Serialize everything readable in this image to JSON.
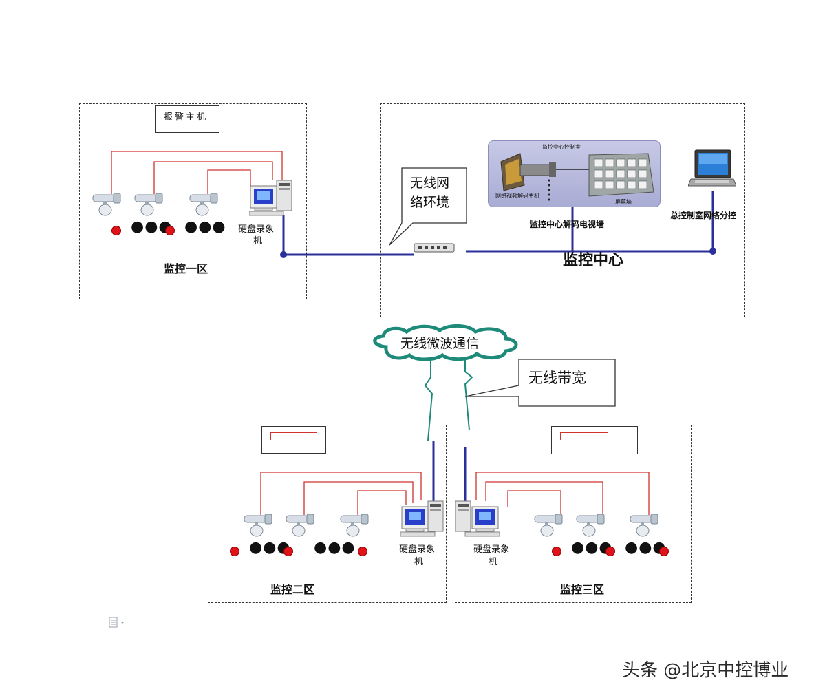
{
  "zone1": {
    "title": "监控一区",
    "alarm_host": "报警主机",
    "dvr_label": [
      "硬盘录象",
      "机"
    ]
  },
  "zone2": {
    "title": "监控二区",
    "dvr_label": [
      "硬盘录象",
      "机"
    ]
  },
  "zone3": {
    "title": "监控三区",
    "dvr_label": [
      "硬盘录象",
      "机"
    ]
  },
  "center": {
    "title": "监控中心",
    "video_wall_caption": "监控中心解码电视墙",
    "video_wall_inner_title": "监控中心控制室",
    "video_wall_left": "网络视频解码主机",
    "video_wall_right": "屏幕墙",
    "laptop_caption": "总控制室网络分控"
  },
  "callouts": {
    "wireless_env": [
      "无线网",
      "络环境"
    ],
    "bandwidth": "无线带宽"
  },
  "cloud_label": "无线微波通信",
  "dots_glyph": "●●●",
  "watermark": "头条 @北京中控博业",
  "colors": {
    "link": "#2b2f9a",
    "wire": "#d0322e",
    "dot": "#e0131b",
    "cloud": "#1e8a7a"
  }
}
